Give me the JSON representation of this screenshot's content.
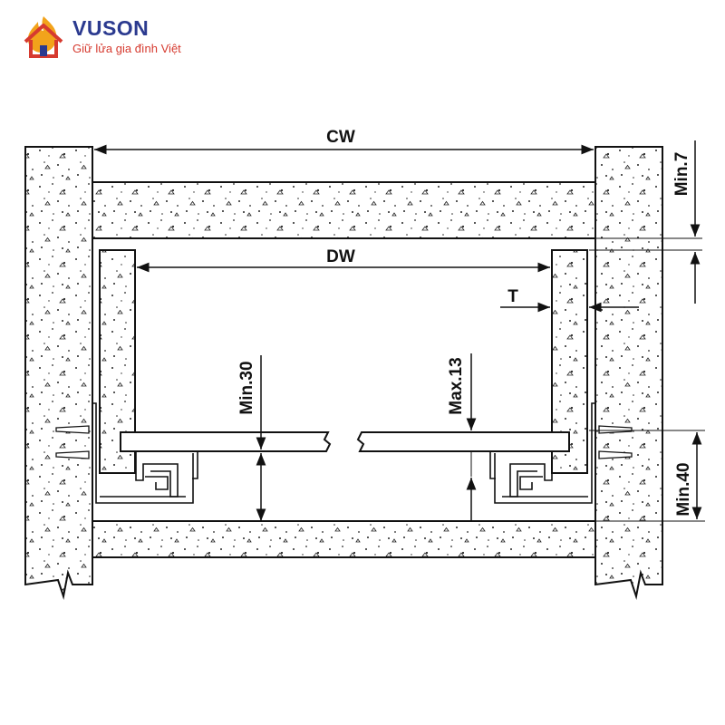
{
  "brand": {
    "name": "VUSON",
    "slogan": "Giữ lửa gia đình Việt",
    "colors": {
      "primary": "#2b3a8f",
      "accent": "#d63a2f",
      "flame": "#f2a31b"
    }
  },
  "diagram": {
    "labels": {
      "cw": "CW",
      "dw": "DW",
      "t": "T",
      "min7": "Min.7",
      "min30": "Min.30",
      "max13": "Max.13",
      "min40": "Min.40"
    }
  }
}
